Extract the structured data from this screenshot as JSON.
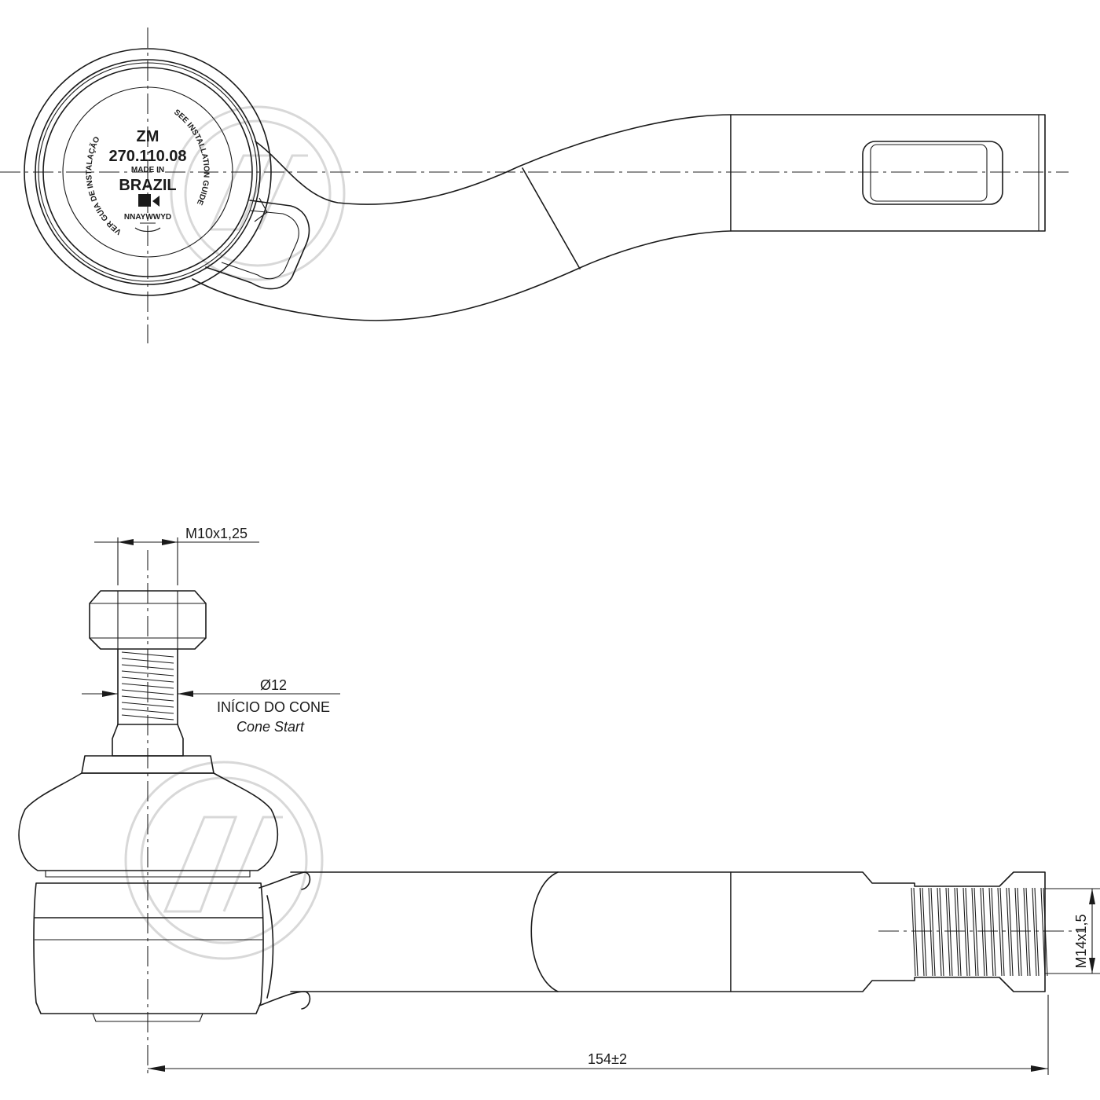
{
  "stamp": {
    "brand": "ZM",
    "part_number": "270.110.08",
    "made_in": "MADE IN",
    "country": "BRAZIL",
    "date_code": "NNAYWWYD",
    "ring_left": "VER GUIA DE INSTALAÇÃO",
    "ring_right": "SEE INSTALLATION GUIDE"
  },
  "dimensions": {
    "stud_thread": "M10x1,25",
    "cone_diameter": "Ø12",
    "cone_label_pt": "INÍCIO DO CONE",
    "cone_label_en": "Cone Start",
    "rod_thread": "M14x1,5",
    "overall_length": "154±2"
  },
  "colors": {
    "line": "#1a1a1a",
    "watermark": "#c8c8c8",
    "background": "#ffffff"
  }
}
